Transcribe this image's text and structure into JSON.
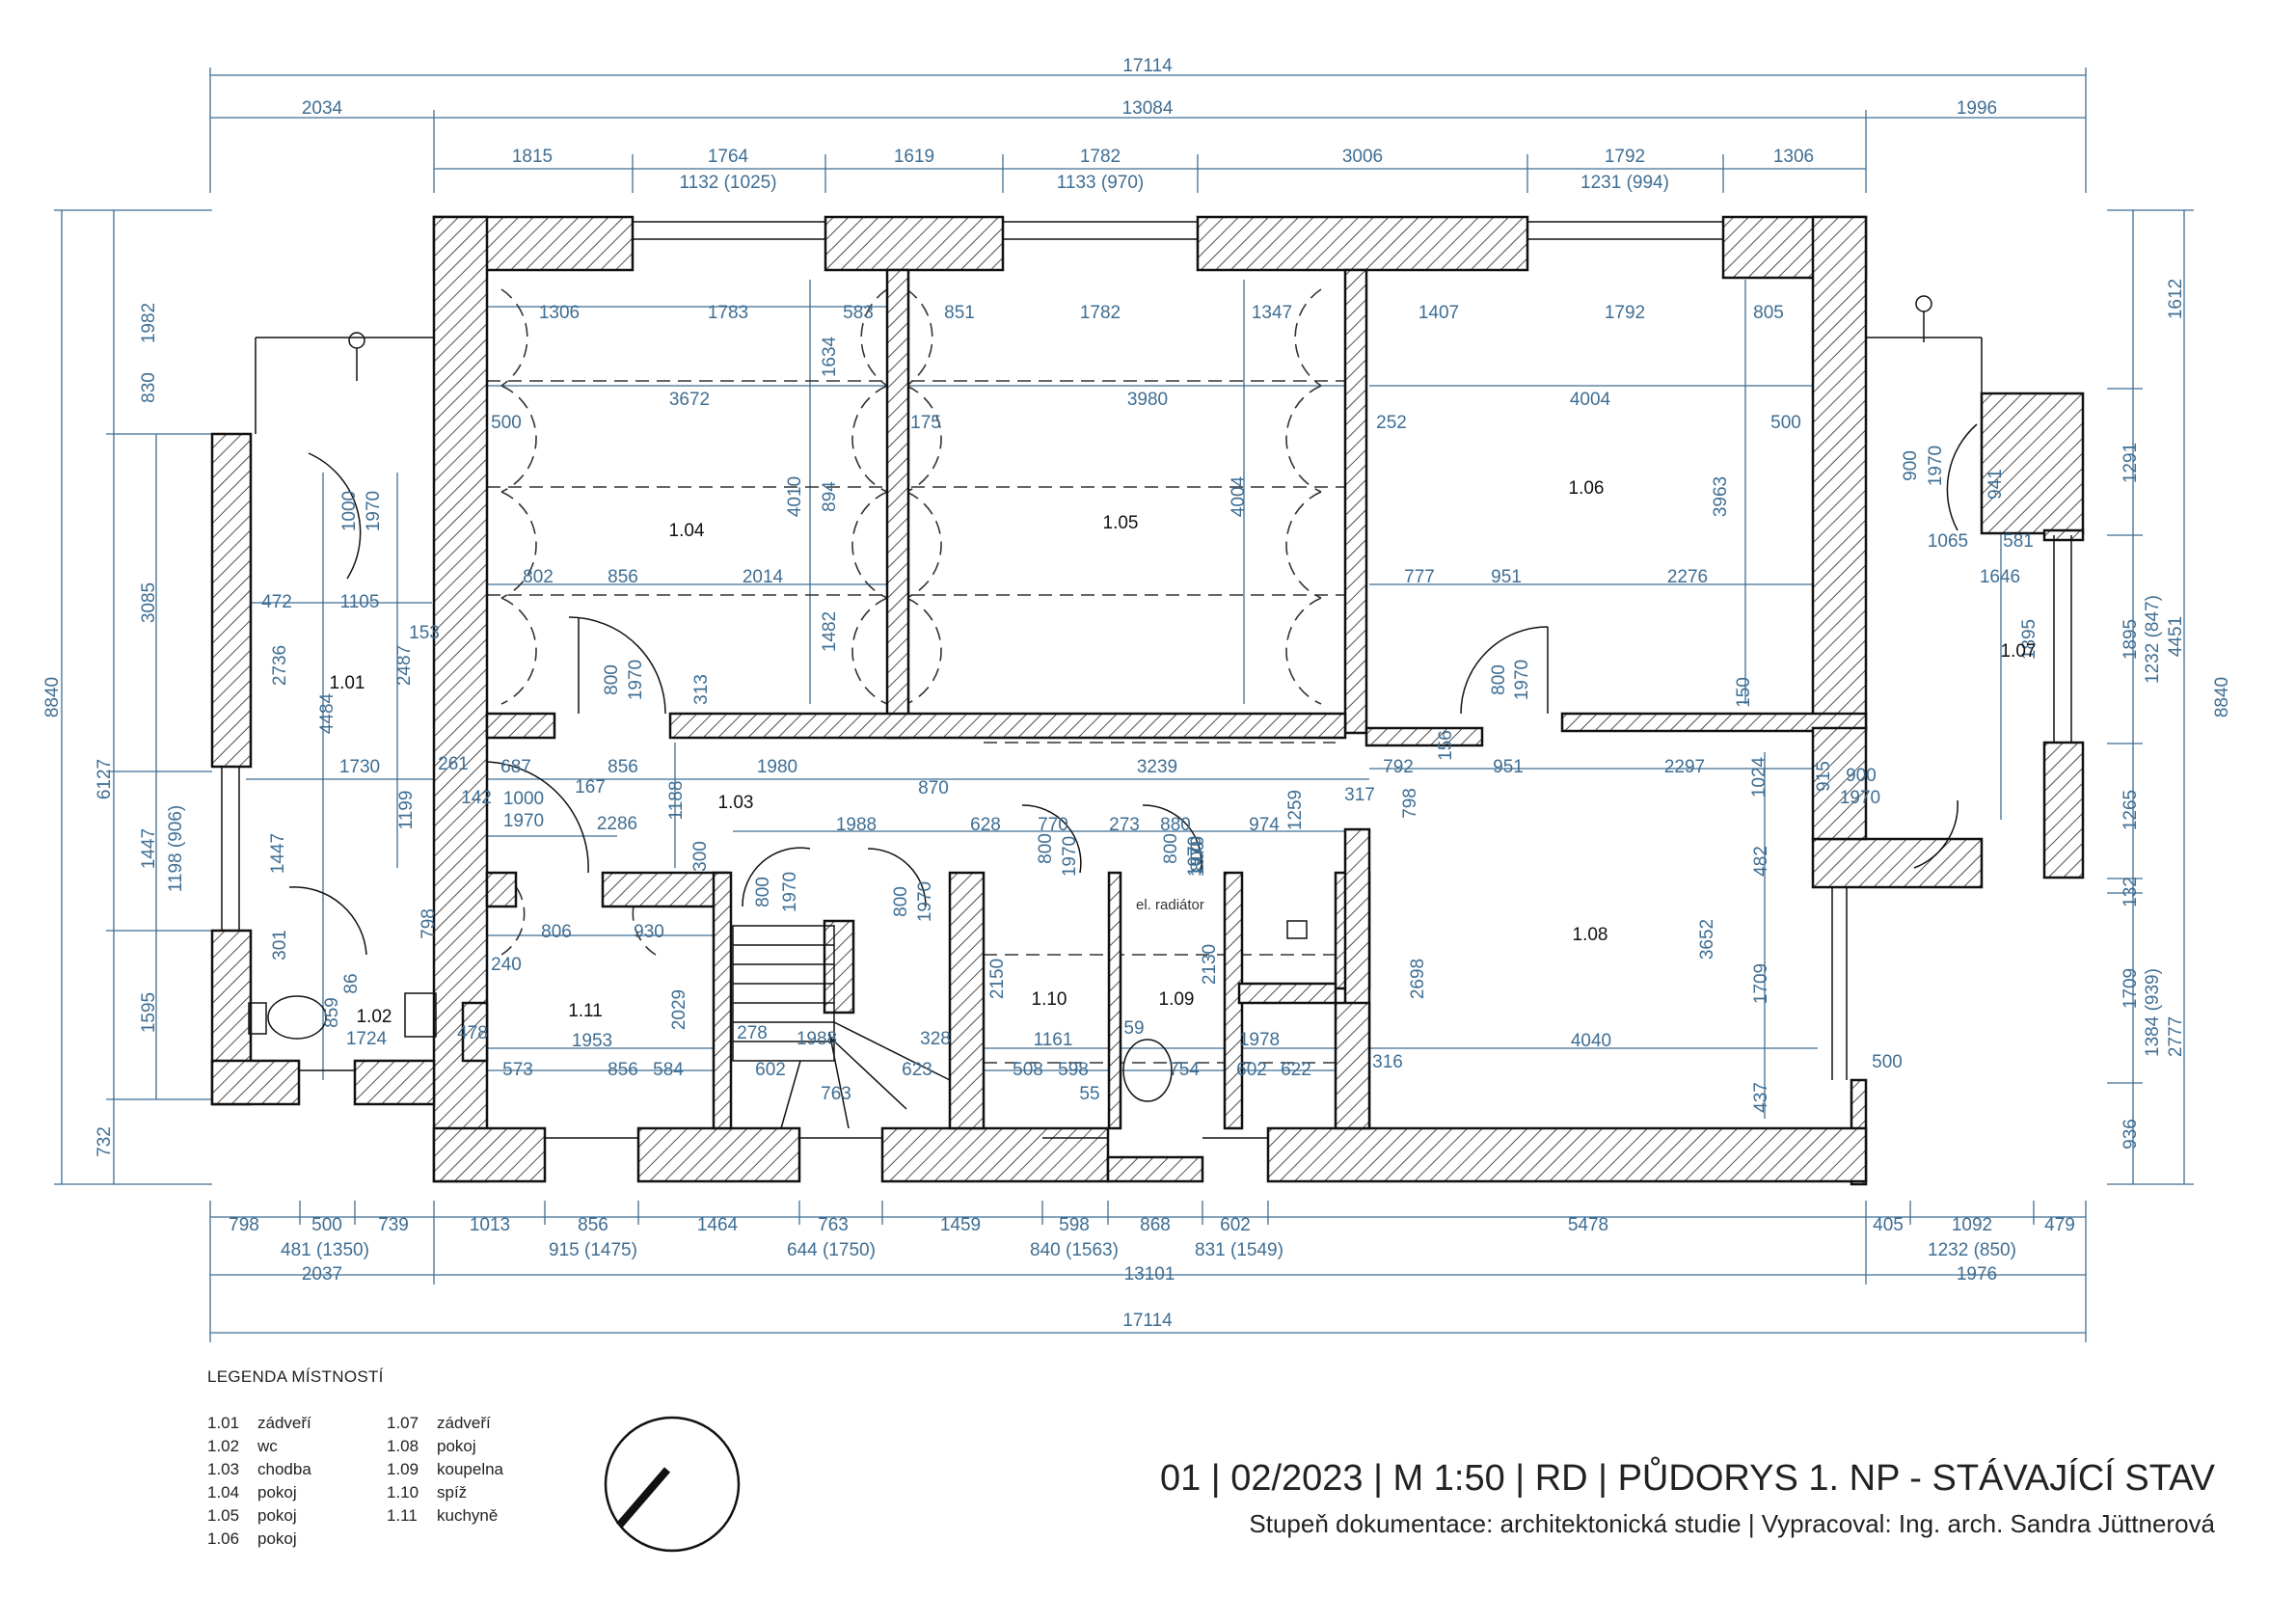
{
  "dimensions": {
    "top_total": "17114",
    "top_parts": [
      "2034",
      "13084",
      "1996"
    ],
    "top_inner": [
      "1815",
      "1764",
      "1619",
      "1782",
      "3006",
      "1792",
      "1306"
    ],
    "top_windows": [
      "1132 (1025)",
      "1133 (970)",
      "1231 (994)"
    ],
    "bottom_parts_1": [
      "798",
      "500",
      "739",
      "1013",
      "856",
      "1464",
      "763",
      "1459",
      "598",
      "868",
      "602",
      "5478",
      "405",
      "1092",
      "479"
    ],
    "bottom_windows": [
      "481 (1350)",
      "915 (1475)",
      "644 (1750)",
      "840 (1563)",
      "831 (1549)",
      "1232 (850)"
    ],
    "bottom_parts_2": [
      "2037",
      "13101",
      "1976"
    ],
    "bottom_total": "17114",
    "left_outer": [
      "8840",
      "6127"
    ],
    "left_parts": [
      "1982",
      "830",
      "3085",
      "1447",
      "1595",
      "732"
    ],
    "left_window": "1198 (906)",
    "right_outer": [
      "8840",
      "4451"
    ],
    "right_parts": [
      "1612",
      "1291",
      "1895",
      "1265",
      "132",
      "1709",
      "936"
    ],
    "right_windows": [
      "1232 (847)",
      "1384 (939)"
    ],
    "right_extra": "2777",
    "interior": [
      "1306",
      "1783",
      "583",
      "851",
      "1782",
      "1347",
      "1407",
      "1792",
      "805",
      "3672",
      "3980",
      "4004",
      "500",
      "175",
      "252",
      "500",
      "4010",
      "894",
      "1634",
      "4004",
      "3963",
      "802",
      "856",
      "2014",
      "777",
      "951",
      "2276",
      "1482",
      "800",
      "1970",
      "313",
      "800",
      "1970",
      "150",
      "472",
      "1105",
      "153",
      "2736",
      "4484",
      "2487",
      "1000",
      "1970",
      "900",
      "1970",
      "941",
      "1065",
      "581",
      "1646",
      "1895",
      "1730",
      "261",
      "687",
      "856",
      "1980",
      "870",
      "3239",
      "792",
      "951",
      "2297",
      "156",
      "1024",
      "142",
      "1000",
      "1970",
      "167",
      "2286",
      "1188",
      "1199",
      "300",
      "1988",
      "628",
      "770",
      "273",
      "880",
      "974",
      "1259",
      "317",
      "798",
      "900",
      "1970",
      "915",
      "482",
      "3652",
      "1709",
      "437",
      "2698",
      "316",
      "4040",
      "500",
      "800",
      "1970",
      "800",
      "1970",
      "800",
      "1970",
      "800",
      "1970",
      "800",
      "1970",
      "806",
      "930",
      "240",
      "2029",
      "478",
      "1953",
      "573",
      "856",
      "584",
      "278",
      "1988",
      "328",
      "602",
      "763",
      "623",
      "2150",
      "1161",
      "508",
      "598",
      "55",
      "2130",
      "59",
      "754",
      "1978",
      "602",
      "622",
      "301",
      "86",
      "859",
      "1724",
      "798",
      "1447"
    ]
  },
  "rooms": [
    {
      "code": "1.01"
    },
    {
      "code": "1.02"
    },
    {
      "code": "1.03"
    },
    {
      "code": "1.04"
    },
    {
      "code": "1.05"
    },
    {
      "code": "1.06"
    },
    {
      "code": "1.07"
    },
    {
      "code": "1.08"
    },
    {
      "code": "1.09"
    },
    {
      "code": "1.10"
    },
    {
      "code": "1.11"
    }
  ],
  "annotations": {
    "radiator": "el. radiátor"
  },
  "legend": {
    "title": "LEGENDA MÍSTNOSTÍ",
    "col1": [
      {
        "code": "1.01",
        "name": "zádveří"
      },
      {
        "code": "1.02",
        "name": "wc"
      },
      {
        "code": "1.03",
        "name": "chodba"
      },
      {
        "code": "1.04",
        "name": "pokoj"
      },
      {
        "code": "1.05",
        "name": "pokoj"
      },
      {
        "code": "1.06",
        "name": "pokoj"
      }
    ],
    "col2": [
      {
        "code": "1.07",
        "name": "zádveří"
      },
      {
        "code": "1.08",
        "name": "pokoj"
      },
      {
        "code": "1.09",
        "name": "koupelna"
      },
      {
        "code": "1.10",
        "name": "spíž"
      },
      {
        "code": "1.11",
        "name": "kuchyně"
      }
    ]
  },
  "title_block": {
    "title": "01 | 02/2023 | M 1:50 | RD | PŮDORYS 1. NP - STÁVAJÍCÍ STAV",
    "subtitle": "Stupeň dokumentace: architektonická studie | Vypracoval: Ing. arch. Sandra Jüttnerová"
  },
  "colors": {
    "dimension": "#3f6e93",
    "wall": "#111111",
    "background": "#ffffff"
  }
}
